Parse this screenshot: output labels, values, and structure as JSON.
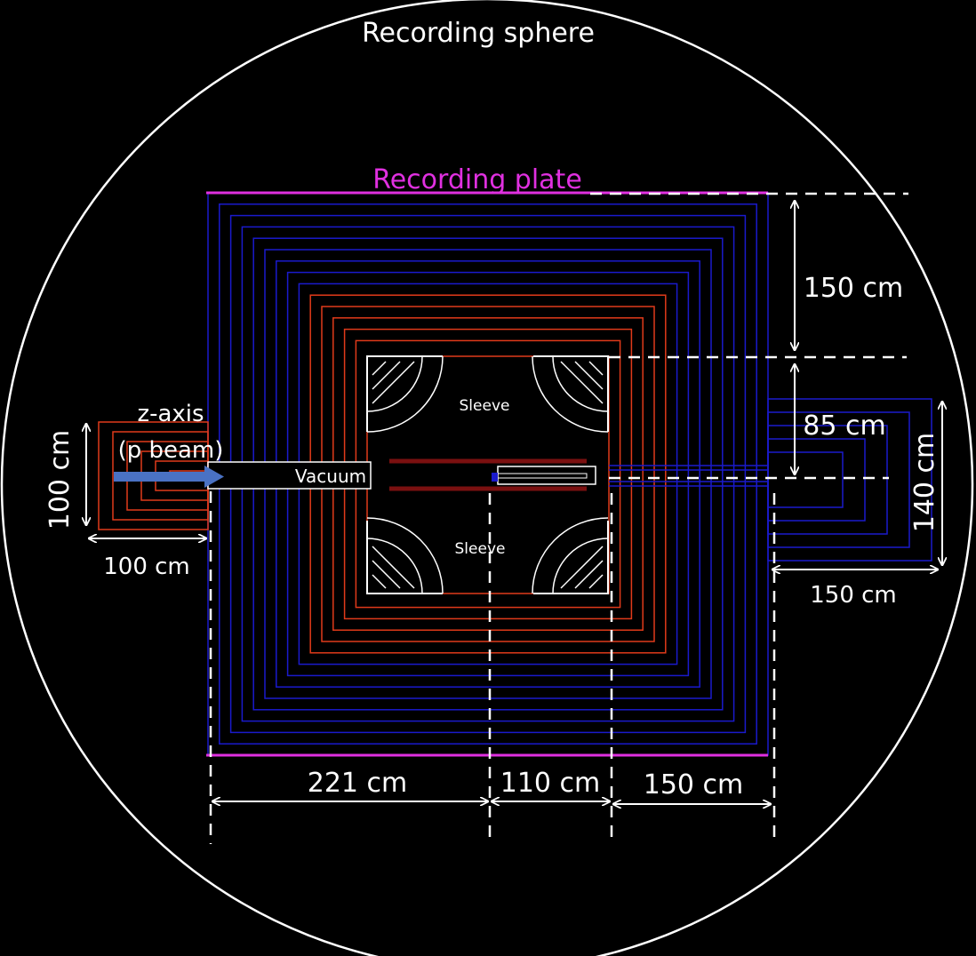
{
  "labels": {
    "recording_sphere": "Recording sphere",
    "recording_plate": "Recording plate",
    "z_axis_line1": "z-axis",
    "z_axis_line2": "(p beam)",
    "vacuum": "Vacuum",
    "sleeve_top": "Sleeve",
    "sleeve_bottom": "Sleeve"
  },
  "dimensions": {
    "top_right_150": "150 cm",
    "right_85": "85 cm",
    "right_140": "140 cm",
    "right_150": "150 cm",
    "left_100_vertical": "100 cm",
    "left_100_horizontal": "100 cm",
    "bottom_221": "221 cm",
    "bottom_110": "110 cm",
    "bottom_150": "150 cm"
  },
  "colors": {
    "background": "#000000",
    "outline": "#ffffff",
    "plate": "#e030e0",
    "blue_layers": "#1a1acc",
    "red_layers": "#e03a1a",
    "beam_arrow": "#4a72c4",
    "pipe": "#7a1010"
  }
}
